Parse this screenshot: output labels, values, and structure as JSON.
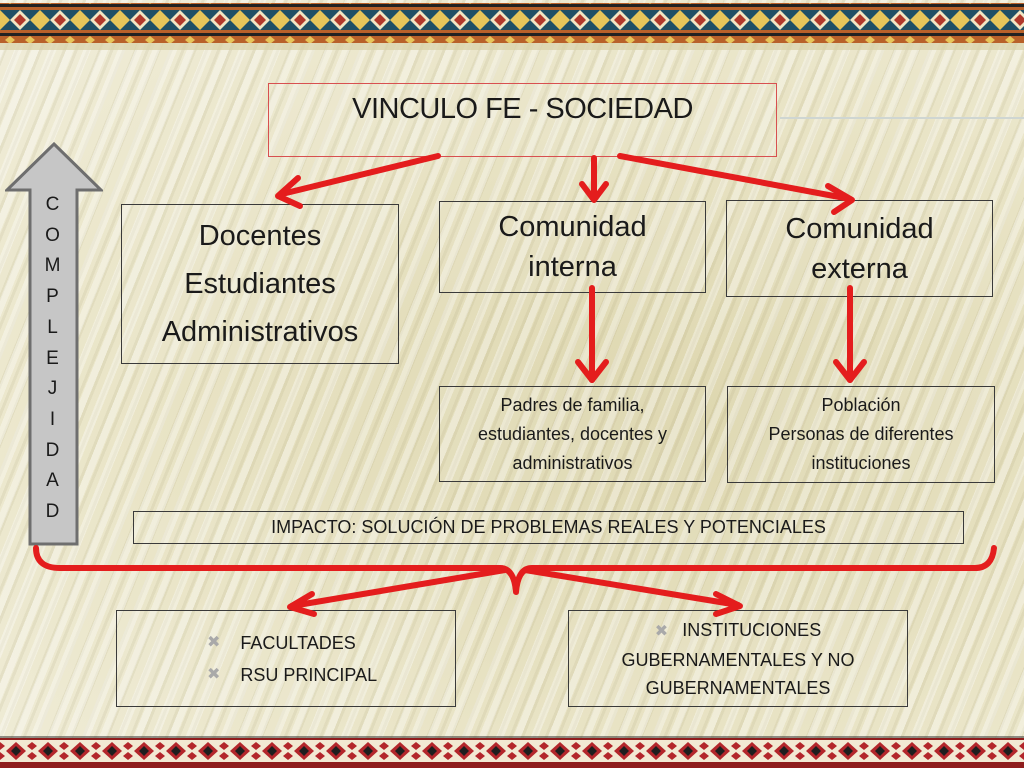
{
  "slide": {
    "title": "VINCULO FE - SOCIEDAD",
    "side_arrow_letters": [
      "C",
      "O",
      "M",
      "P",
      "L",
      "E",
      "J",
      "I",
      "D",
      "A",
      "D"
    ],
    "members_box": {
      "lines": [
        "Docentes",
        "Estudiantes",
        "Administrativos"
      ]
    },
    "internal_box": {
      "lines": [
        "Comunidad",
        "interna"
      ]
    },
    "external_box": {
      "lines": [
        "Comunidad",
        "externa"
      ]
    },
    "internal_detail": {
      "lines": [
        "Padres de familia,",
        "estudiantes, docentes y",
        "administrativos"
      ]
    },
    "external_detail": {
      "lines": [
        "Población",
        "Personas de diferentes",
        "instituciones"
      ]
    },
    "impact": "IMPACTO: SOLUCIÓN DE PROBLEMAS REALES Y POTENCIALES",
    "bottom_left": {
      "items": [
        "FACULTADES",
        "RSU PRINCIPAL"
      ]
    },
    "bottom_right": {
      "lines": [
        "INSTITUCIONES",
        "GUBERNAMENTALES Y NO",
        "GUBERNAMENTALES"
      ]
    },
    "bullet_glyph": "✖",
    "colors": {
      "arrow": "#e41d1d",
      "title_border": "#d85050",
      "box_border": "#3a3a3a",
      "side_arrow_fill": "#c6c6c6",
      "side_arrow_stroke": "#6e6e6e"
    }
  }
}
